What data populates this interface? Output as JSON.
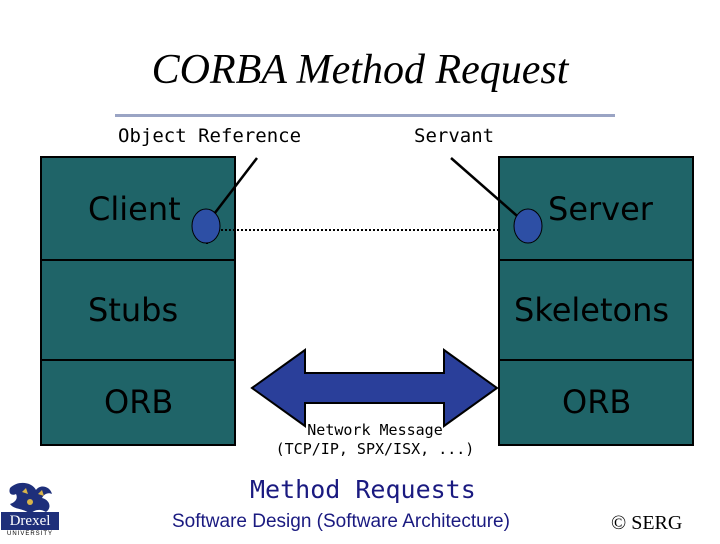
{
  "title": "CORBA Method Request",
  "labels": {
    "object_reference": "Object Reference",
    "servant": "Servant"
  },
  "client_stack": {
    "top": "Client",
    "middle": "Stubs",
    "bottom": "ORB"
  },
  "server_stack": {
    "top": "Server",
    "middle": "Skeletons",
    "bottom": "ORB"
  },
  "network": {
    "line1": "Network Message",
    "line2": "(TCP/IP, SPX/ISX, ...)"
  },
  "method_requests": "Method Requests",
  "footer": {
    "course": "Software Design (Software Architecture)",
    "copyright": "© SERG"
  },
  "logo": {
    "name": "Drexel",
    "subtitle": "UNIVERSITY"
  },
  "colors": {
    "box": "#1f6468",
    "arrow": "#2a3f9a",
    "object_dot": "#2d4fa5",
    "accent_text": "#1a1a80"
  }
}
